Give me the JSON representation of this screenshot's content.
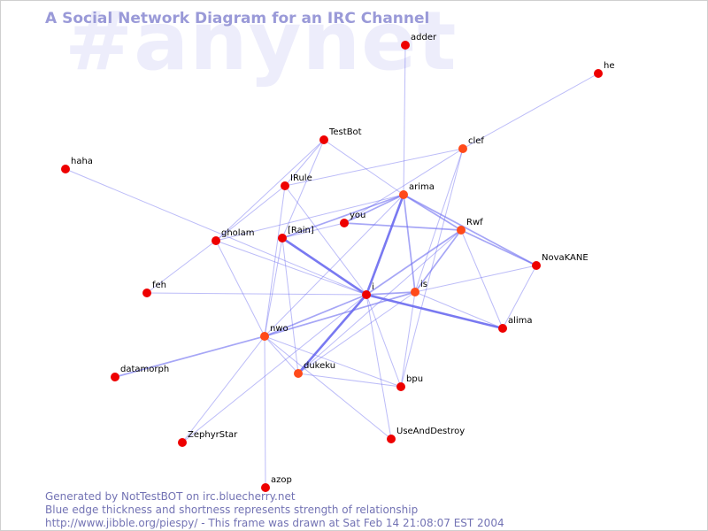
{
  "watermark": "#anynet",
  "title": "A Social Network Diagram for an IRC Channel",
  "footer": {
    "line1": "Generated by NotTestBOT on irc.bluecherry.net",
    "line2": "Blue edge thickness and shortness represents strength of relationship",
    "line3": "http://www.jibble.org/piespy/ - This frame was drawn at Sat Feb 14 21:08:07 EST 2004"
  },
  "colors": {
    "node": "#ee0000",
    "node_hot": "#ff4a1a",
    "edge": "#6a6af0",
    "title": "#9a9ad8",
    "watermark": "#ededfb",
    "footer": "#7373b4"
  },
  "nodes": [
    {
      "id": "adder",
      "label": "adder"
    },
    {
      "id": "he",
      "label": "he"
    },
    {
      "id": "testbot",
      "label": "TestBot"
    },
    {
      "id": "clef",
      "label": "clef"
    },
    {
      "id": "haha",
      "label": "haha"
    },
    {
      "id": "irule",
      "label": "IRule"
    },
    {
      "id": "arima",
      "label": "arima"
    },
    {
      "id": "you",
      "label": "you"
    },
    {
      "id": "rwf",
      "label": "Rwf"
    },
    {
      "id": "gholam",
      "label": "gholam"
    },
    {
      "id": "irain",
      "label": "[Rain]"
    },
    {
      "id": "novakane",
      "label": "NovaKANE"
    },
    {
      "id": "feh",
      "label": "feh"
    },
    {
      "id": "i",
      "label": "i"
    },
    {
      "id": "is",
      "label": "is"
    },
    {
      "id": "alima",
      "label": "alima"
    },
    {
      "id": "nwo",
      "label": "nwo"
    },
    {
      "id": "datamorph",
      "label": "datamorph"
    },
    {
      "id": "dukeku",
      "label": "dukeku"
    },
    {
      "id": "bpu",
      "label": "bpu"
    },
    {
      "id": "useanddestroy",
      "label": "UseAndDestroy"
    },
    {
      "id": "zephyrstar",
      "label": "ZephyrStar"
    },
    {
      "id": "azop",
      "label": "azop"
    }
  ],
  "edges": [
    {
      "a": "he",
      "b": "clef",
      "w": 1
    },
    {
      "a": "adder",
      "b": "arima",
      "w": 1
    },
    {
      "a": "haha",
      "b": "i",
      "w": 1
    },
    {
      "a": "testbot",
      "b": "arima",
      "w": 1
    },
    {
      "a": "testbot",
      "b": "irule",
      "w": 1
    },
    {
      "a": "testbot",
      "b": "gholam",
      "w": 1
    },
    {
      "a": "testbot",
      "b": "irain",
      "w": 1
    },
    {
      "a": "clef",
      "b": "irule",
      "w": 1
    },
    {
      "a": "clef",
      "b": "you",
      "w": 1
    },
    {
      "a": "clef",
      "b": "is",
      "w": 1
    },
    {
      "a": "clef",
      "b": "bpu",
      "w": 1
    },
    {
      "a": "irule",
      "b": "gholam",
      "w": 1
    },
    {
      "a": "irule",
      "b": "i",
      "w": 1
    },
    {
      "a": "irule",
      "b": "nwo",
      "w": 1
    },
    {
      "a": "arima",
      "b": "irain",
      "w": 2
    },
    {
      "a": "arima",
      "b": "you",
      "w": 2
    },
    {
      "a": "arima",
      "b": "i",
      "w": 3
    },
    {
      "a": "arima",
      "b": "is",
      "w": 2
    },
    {
      "a": "arima",
      "b": "rwf",
      "w": 2
    },
    {
      "a": "arima",
      "b": "novakane",
      "w": 2
    },
    {
      "a": "arima",
      "b": "gholam",
      "w": 1
    },
    {
      "a": "arima",
      "b": "nwo",
      "w": 1
    },
    {
      "a": "you",
      "b": "rwf",
      "w": 2
    },
    {
      "a": "you",
      "b": "irain",
      "w": 1
    },
    {
      "a": "rwf",
      "b": "i",
      "w": 2
    },
    {
      "a": "rwf",
      "b": "is",
      "w": 2
    },
    {
      "a": "rwf",
      "b": "novakane",
      "w": 2
    },
    {
      "a": "rwf",
      "b": "alima",
      "w": 1
    },
    {
      "a": "rwf",
      "b": "dukeku",
      "w": 1
    },
    {
      "a": "irain",
      "b": "i",
      "w": 3
    },
    {
      "a": "irain",
      "b": "nwo",
      "w": 1
    },
    {
      "a": "irain",
      "b": "dukeku",
      "w": 1
    },
    {
      "a": "gholam",
      "b": "feh",
      "w": 1
    },
    {
      "a": "gholam",
      "b": "i",
      "w": 1
    },
    {
      "a": "gholam",
      "b": "nwo",
      "w": 1
    },
    {
      "a": "novakane",
      "b": "is",
      "w": 1
    },
    {
      "a": "novakane",
      "b": "alima",
      "w": 1
    },
    {
      "a": "feh",
      "b": "i",
      "w": 1
    },
    {
      "a": "i",
      "b": "is",
      "w": 2
    },
    {
      "a": "i",
      "b": "alima",
      "w": 3
    },
    {
      "a": "i",
      "b": "nwo",
      "w": 2
    },
    {
      "a": "i",
      "b": "dukeku",
      "w": 3
    },
    {
      "a": "i",
      "b": "bpu",
      "w": 1
    },
    {
      "a": "i",
      "b": "useanddestroy",
      "w": 1
    },
    {
      "a": "i",
      "b": "zephyrstar",
      "w": 1
    },
    {
      "a": "is",
      "b": "alima",
      "w": 1
    },
    {
      "a": "is",
      "b": "bpu",
      "w": 1
    },
    {
      "a": "is",
      "b": "nwo",
      "w": 2
    },
    {
      "a": "is",
      "b": "dukeku",
      "w": 1
    },
    {
      "a": "nwo",
      "b": "datamorph",
      "w": 2
    },
    {
      "a": "nwo",
      "b": "dukeku",
      "w": 1
    },
    {
      "a": "nwo",
      "b": "bpu",
      "w": 1
    },
    {
      "a": "nwo",
      "b": "zephyrstar",
      "w": 1
    },
    {
      "a": "nwo",
      "b": "azop",
      "w": 1
    },
    {
      "a": "nwo",
      "b": "useanddestroy",
      "w": 1
    },
    {
      "a": "dukeku",
      "b": "bpu",
      "w": 1
    }
  ]
}
